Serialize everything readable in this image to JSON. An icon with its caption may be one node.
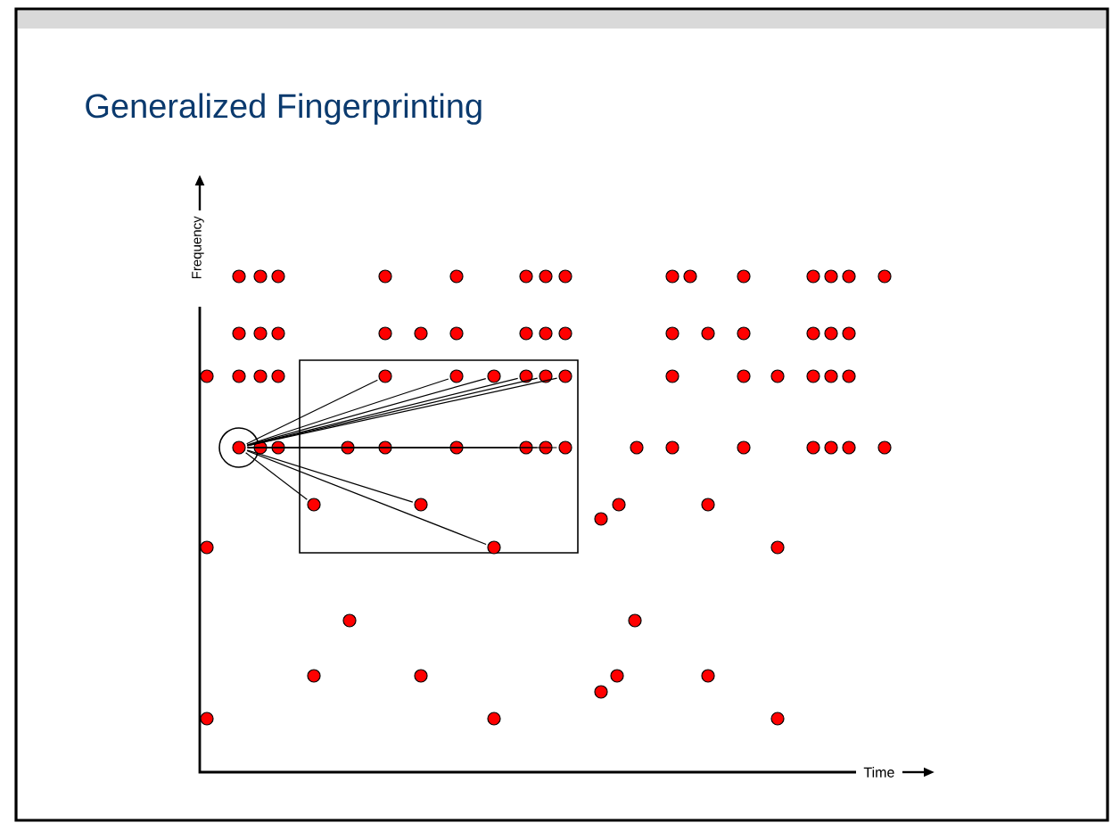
{
  "diagram": {
    "title": "Generalized Fingerprinting",
    "nodes": [
      {
        "text": [],
        "shape": "circle"
      },
      {
        "text": [],
        "shape": "circle"
      },
      {
        "text": [],
        "shape": "circle"
      },
      {
        "text": [],
        "shape": "circle"
      },
      {
        "text": [],
        "shape": "circle"
      },
      {
        "text": [],
        "shape": "circle"
      },
      {
        "text": [],
        "shape": "circle"
      },
      {
        "text": [],
        "shape": "circle"
      },
      {
        "text": [],
        "shape": "circle"
      },
      {
        "text": [],
        "shape": "circle"
      },
      {
        "text": [],
        "shape": "circle"
      },
      {
        "text": [],
        "shape": "circle"
      },
      {
        "text": [],
        "shape": "circle"
      },
      {
        "text": [],
        "shape": "circle"
      },
      {
        "text": [],
        "shape": "circle"
      },
      {
        "text": [],
        "shape": "circle"
      },
      {
        "text": [],
        "shape": "circle"
      },
      {
        "text": [],
        "shape": "circle"
      },
      {
        "text": [],
        "shape": "circle"
      },
      {
        "text": [],
        "shape": "circle"
      },
      {
        "text": [],
        "shape": "circle"
      },
      {
        "text": [],
        "shape": "circle"
      },
      {
        "text": [],
        "shape": "circle"
      },
      {
        "text": [],
        "shape": "circle"
      },
      {
        "text": [],
        "shape": "circle"
      },
      {
        "text": [],
        "shape": "circle"
      },
      {
        "text": [],
        "shape": "circle"
      },
      {
        "text": [],
        "shape": "circle"
      },
      {
        "text": [],
        "shape": "circle"
      },
      {
        "text": [],
        "shape": "circle"
      },
      {
        "text": [],
        "shape": "circle"
      },
      {
        "text": [],
        "shape": "circle"
      },
      {
        "text": [],
        "shape": "circle"
      },
      {
        "text": [],
        "shape": "circle"
      },
      {
        "text": [],
        "shape": "circle"
      },
      {
        "text": [],
        "shape": "circle"
      },
      {
        "text": [],
        "shape": "circle"
      },
      {
        "text": [],
        "shape": "circle"
      },
      {
        "text": [],
        "shape": "circle"
      },
      {
        "text": [],
        "shape": "circle"
      },
      {
        "text": [],
        "shape": "circle"
      },
      {
        "text": [],
        "shape": "circle"
      },
      {
        "text": [],
        "shape": "circle"
      },
      {
        "text": [],
        "shape": "circle"
      },
      {
        "text": [],
        "shape": "circle"
      },
      {
        "text": [],
        "shape": "circle"
      },
      {
        "text": [],
        "shape": "circle"
      },
      {
        "text": [],
        "shape": "circle"
      },
      {
        "text": [],
        "shape": "circle"
      },
      {
        "text": [],
        "shape": "circle"
      },
      {
        "text": [],
        "shape": "circle"
      },
      {
        "text": [],
        "shape": "circle"
      },
      {
        "text": [],
        "shape": "circle"
      },
      {
        "text": [],
        "shape": "circle"
      },
      {
        "text": [],
        "shape": "circle"
      },
      {
        "text": [],
        "shape": "circle"
      },
      {
        "text": [],
        "shape": "circle"
      },
      {
        "text": [],
        "shape": "circle"
      },
      {
        "text": [],
        "shape": "circle"
      },
      {
        "text": [],
        "shape": "circle"
      },
      {
        "text": [],
        "shape": "circle"
      },
      {
        "text": [],
        "shape": "circle"
      },
      {
        "text": [],
        "shape": "circle"
      },
      {
        "text": [],
        "shape": "circle"
      },
      {
        "text": [],
        "shape": "circle"
      },
      {
        "text": [],
        "shape": "circle"
      },
      {
        "text": [],
        "shape": "circle"
      },
      {
        "text": [],
        "shape": "circle"
      },
      {
        "text": [],
        "shape": "circle"
      },
      {
        "text": [],
        "shape": "circle"
      },
      {
        "text": [],
        "shape": "circle"
      },
      {
        "text": [],
        "shape": "circle"
      },
      {
        "text": [],
        "shape": "circle"
      },
      {
        "text": [],
        "shape": "circle"
      },
      {
        "text": [],
        "shape": "circle"
      },
      {
        "text": [],
        "shape": "circle"
      },
      {
        "text": [],
        "shape": "circle"
      },
      {
        "text": [],
        "shape": "circle"
      },
      {
        "text": [],
        "shape": "circle"
      },
      {
        "text": [],
        "shape": "circle"
      }
    ],
    "edges": [
      {
        "from": 46,
        "to": 34,
        "arrow": "none"
      },
      {
        "from": 46,
        "to": 35,
        "arrow": "none"
      },
      {
        "from": 46,
        "to": 36,
        "arrow": "none"
      },
      {
        "from": 46,
        "to": 37,
        "arrow": "none"
      },
      {
        "from": 46,
        "to": 38,
        "arrow": "none"
      },
      {
        "from": 46,
        "to": 39,
        "arrow": "none"
      },
      {
        "from": 46,
        "to": 49,
        "arrow": "none"
      },
      {
        "from": 46,
        "to": 50,
        "arrow": "none"
      },
      {
        "from": 46,
        "to": 51,
        "arrow": "none"
      },
      {
        "from": 46,
        "to": 52,
        "arrow": "none"
      },
      {
        "from": 46,
        "to": 53,
        "arrow": "none"
      },
      {
        "from": 46,
        "to": 54,
        "arrow": "none"
      },
      {
        "from": 46,
        "to": 62,
        "arrow": "none"
      },
      {
        "from": 46,
        "to": 63,
        "arrow": "none"
      },
      {
        "from": 46,
        "to": 68,
        "arrow": "none"
      }
    ],
    "labels": [
      "Frequency",
      "Time"
    ]
  }
}
